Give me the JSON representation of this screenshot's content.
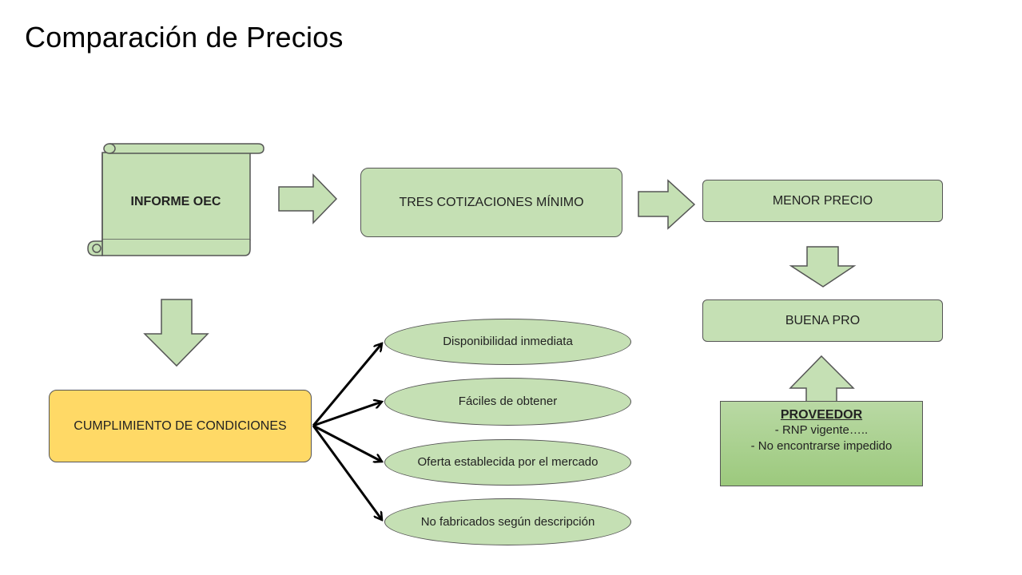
{
  "slide": {
    "title": "Comparación de Precios"
  },
  "nodes": {
    "informe": "INFORME OEC",
    "cotizaciones": "TRES COTIZACIONES MÍNIMO",
    "menor_precio": "MENOR PRECIO",
    "buena_pro": "BUENA PRO",
    "cumplimiento": "CUMPLIMIENTO DE CONDICIONES"
  },
  "conditions": [
    "Disponibilidad inmediata",
    "Fáciles de obtener",
    "Oferta establecida por el mercado",
    "No fabricados según descripción"
  ],
  "proveedor": {
    "heading": "PROVEEDOR",
    "lines": [
      "- RNP vigente…..",
      "-  No encontrarse impedido"
    ]
  },
  "colors": {
    "green_fill": "#c5e0b4",
    "yellow_fill": "#ffd966",
    "outline": "#555555"
  }
}
